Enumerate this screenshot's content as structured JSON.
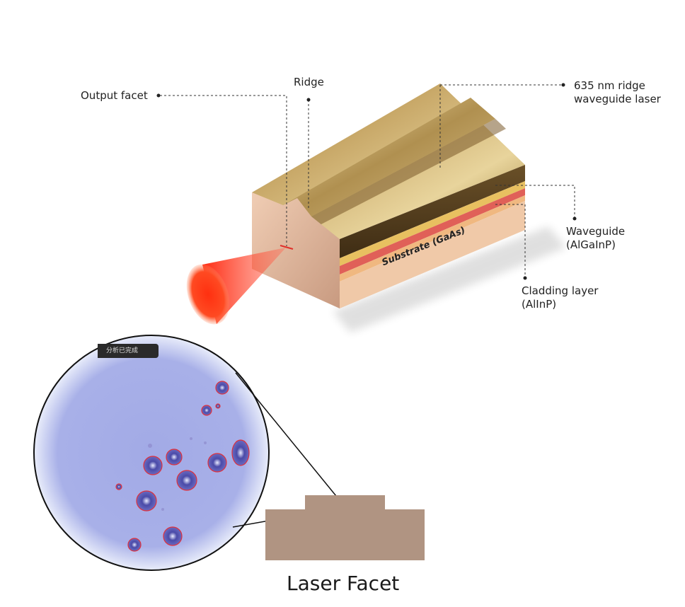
{
  "callouts": {
    "output_facet": "Output facet",
    "ridge": "Ridge",
    "laser_line1": "635 nm ridge",
    "laser_line2": "waveguide laser",
    "waveguide_line1": "Waveguide",
    "waveguide_line2": "(AlGaInP)",
    "cladding_line1": "Cladding layer",
    "cladding_line2": "(AlInP)"
  },
  "substrate_label": "Substrate (GaAs)",
  "inset_caption": "Laser Facet",
  "overlay_text": "分析已完成",
  "colors": {
    "gold_top": "#d2b478",
    "gold_dark": "#8a6a38",
    "facet": "#dcb49a",
    "substrate_side": "#f0c4a0",
    "waveguide_layer": "#e8c060",
    "cladding_layer": "#e06058",
    "beam": "#ff3a1e",
    "micrograph": "#a7b0e8",
    "defect_outline": "#e0303a",
    "facet_block": "#b09482"
  }
}
